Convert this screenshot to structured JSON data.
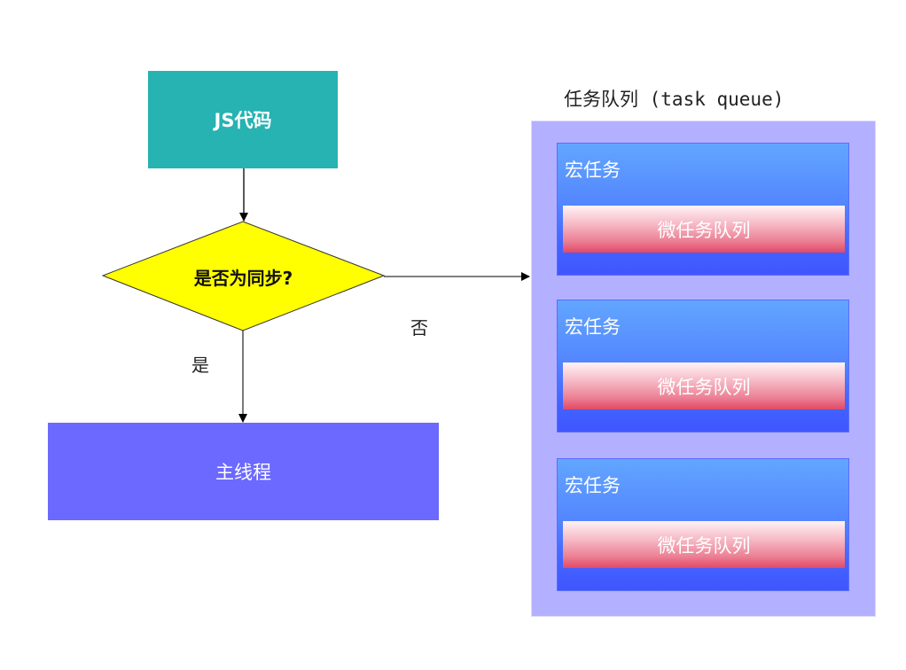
{
  "flowchart": {
    "start_node": {
      "label": "JS代码",
      "color": "#26b3b1"
    },
    "decision_node": {
      "label": "是否为同步?",
      "color": "#ffff00"
    },
    "main_thread_node": {
      "label": "主线程",
      "color": "#6b69ff"
    },
    "edges": {
      "yes_label": "是",
      "no_label": "否"
    }
  },
  "task_queue": {
    "title": "任务队列 (task queue)",
    "container_color": "#b3b0ff",
    "macro_tasks": [
      {
        "label": "宏任务",
        "micro_queue_label": "微任务队列"
      },
      {
        "label": "宏任务",
        "micro_queue_label": "微任务队列"
      },
      {
        "label": "宏任务",
        "micro_queue_label": "微任务队列"
      }
    ]
  }
}
